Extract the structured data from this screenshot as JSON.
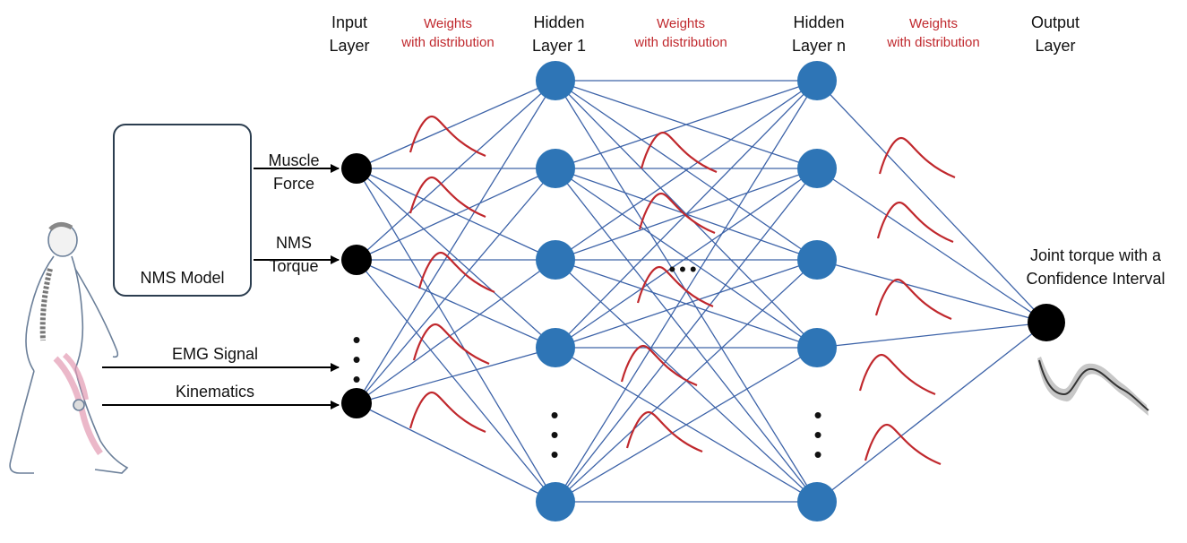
{
  "layers": {
    "input": {
      "line1": "Input",
      "line2": "Layer"
    },
    "hidden1": {
      "line1": "Hidden",
      "line2": "Layer 1"
    },
    "hiddenN": {
      "line1": "Hidden",
      "line2": "Layer n"
    },
    "output": {
      "line1": "Output",
      "line2": "Layer"
    }
  },
  "weights": [
    {
      "line1": "Weights",
      "line2": "with distribution"
    },
    {
      "line1": "Weights",
      "line2": "with distribution"
    },
    {
      "line1": "Weights",
      "line2": "with distribution"
    }
  ],
  "inputs": {
    "muscle_force": {
      "line1": "Muscle",
      "line2": "Force"
    },
    "nms_torque": {
      "line1": "NMS",
      "line2": "Torque"
    },
    "emg_signal": "EMG Signal",
    "kinematics": "Kinematics"
  },
  "nms_model_label": "NMS Model",
  "output_caption": {
    "line1": "Joint torque with a",
    "line2": "Confidence  Interval"
  },
  "colors": {
    "node_blue": "#2e75b6",
    "edge_blue": "#3d63a8",
    "curve_red": "#c0282d",
    "node_black": "#000000"
  }
}
